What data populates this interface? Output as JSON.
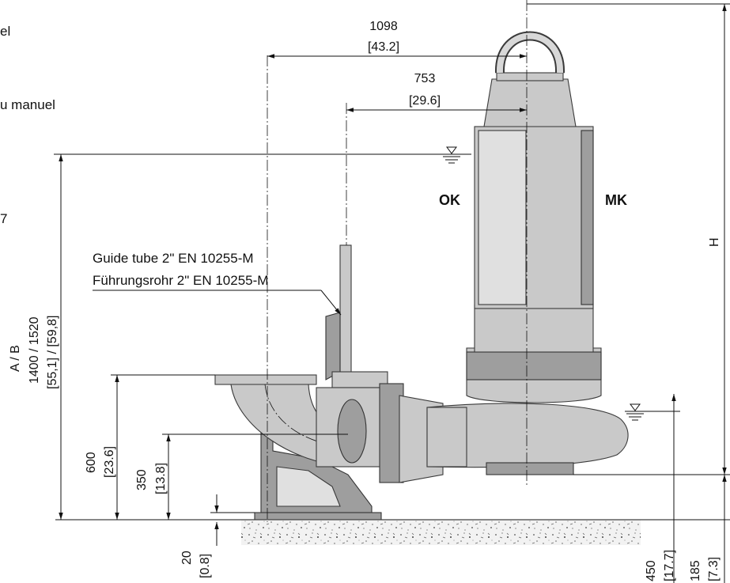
{
  "side_text": {
    "line1": "el",
    "line2": "u manuel",
    "line3": "7"
  },
  "dimensions": {
    "width_total": {
      "mm": "1098",
      "inch": "[43.2]"
    },
    "width_guide": {
      "mm": "753",
      "inch": "[29.6]"
    },
    "height_ab": {
      "label": "A  /  B",
      "mm": "1400 / 1520",
      "inch": "[55,1] / [59,8]"
    },
    "height_flange": {
      "mm": "600",
      "inch": "[23.6]"
    },
    "height_axis": {
      "mm": "350",
      "inch": "[13.8]"
    },
    "foot": {
      "mm": "20",
      "inch": "[0.8]"
    },
    "level_min": {
      "mm": "450",
      "inch": "[17.7]"
    },
    "bottom_clearance": {
      "mm": "185",
      "inch": "[7.3]"
    },
    "total_height": {
      "label": "H"
    }
  },
  "annotations": {
    "guide_tube_en": "Guide tube 2\" EN 10255-M",
    "guide_tube_de": "Führungsrohr 2\" EN 10255-M",
    "ok": "OK",
    "mk": "MK"
  },
  "colors": {
    "metal": "#c9c9c9",
    "metal_dark": "#9e9e9e",
    "line": "#111111"
  }
}
